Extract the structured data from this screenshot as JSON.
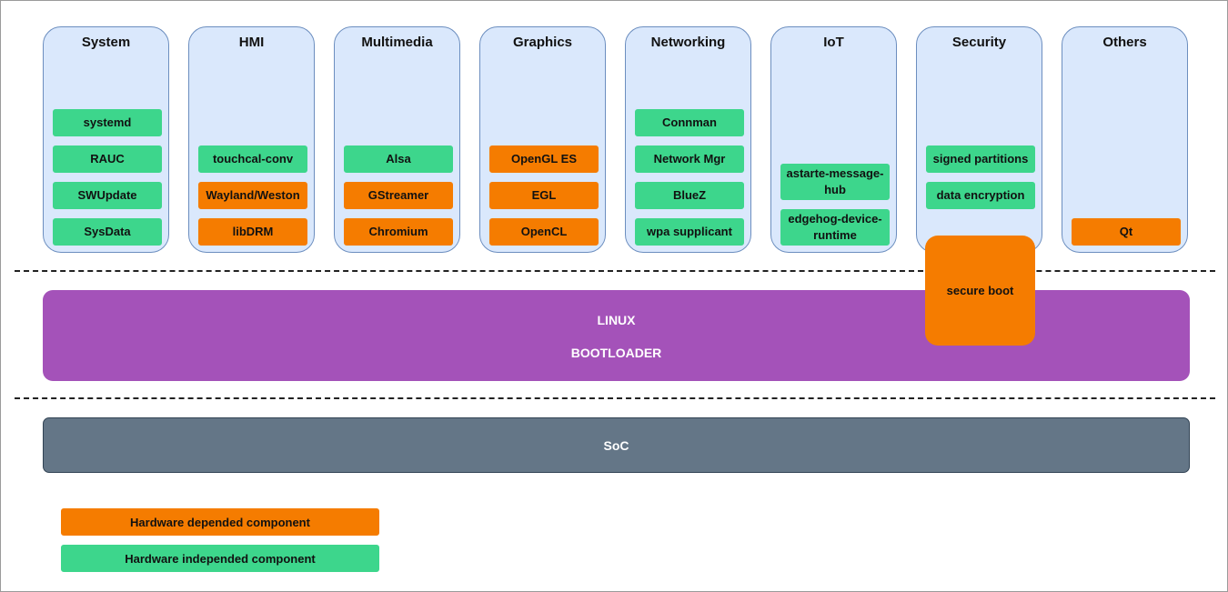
{
  "categories": [
    {
      "title": "System",
      "components": [
        {
          "label": "systemd",
          "type": "independent"
        },
        {
          "label": "RAUC",
          "type": "independent"
        },
        {
          "label": "SWUpdate",
          "type": "independent"
        },
        {
          "label": "SysData",
          "type": "independent"
        }
      ]
    },
    {
      "title": "HMI",
      "components": [
        {
          "label": "touchcal-conv",
          "type": "independent"
        },
        {
          "label": "Wayland/Weston",
          "type": "dependent"
        },
        {
          "label": "libDRM",
          "type": "dependent"
        }
      ]
    },
    {
      "title": "Multimedia",
      "components": [
        {
          "label": "Alsa",
          "type": "independent"
        },
        {
          "label": "GStreamer",
          "type": "dependent"
        },
        {
          "label": "Chromium",
          "type": "dependent"
        }
      ]
    },
    {
      "title": "Graphics",
      "components": [
        {
          "label": "OpenGL ES",
          "type": "dependent"
        },
        {
          "label": "EGL",
          "type": "dependent"
        },
        {
          "label": "OpenCL",
          "type": "dependent"
        }
      ]
    },
    {
      "title": "Networking",
      "components": [
        {
          "label": "Connman",
          "type": "independent"
        },
        {
          "label": "Network Mgr",
          "type": "independent"
        },
        {
          "label": "BlueZ",
          "type": "independent"
        },
        {
          "label": "wpa supplicant",
          "type": "independent"
        }
      ]
    },
    {
      "title": "IoT",
      "components": [
        {
          "label": "astarte-message-hub",
          "type": "independent"
        },
        {
          "label": "edgehog-device-runtime",
          "type": "independent"
        }
      ]
    },
    {
      "title": "Security",
      "components": [
        {
          "label": "signed partitions",
          "type": "independent"
        },
        {
          "label": "data encryption",
          "type": "independent"
        }
      ]
    },
    {
      "title": "Others",
      "components": [
        {
          "label": "Qt",
          "type": "dependent"
        }
      ]
    }
  ],
  "secure_boot": {
    "label": "secure boot",
    "type": "dependent"
  },
  "linux_layer": {
    "linux": "LINUX",
    "bootloader": "BOOTLOADER"
  },
  "soc_layer": {
    "label": "SoC"
  },
  "legend": {
    "dependent": "Hardware depended component",
    "independent": "Hardware independed component"
  },
  "colors": {
    "dependent": "#f57c00",
    "independent": "#3dd68c",
    "category_fill": "#dae8fc",
    "category_border": "#6c8ebf",
    "linux_layer": "#a452b9",
    "soc_layer": "#647687"
  }
}
